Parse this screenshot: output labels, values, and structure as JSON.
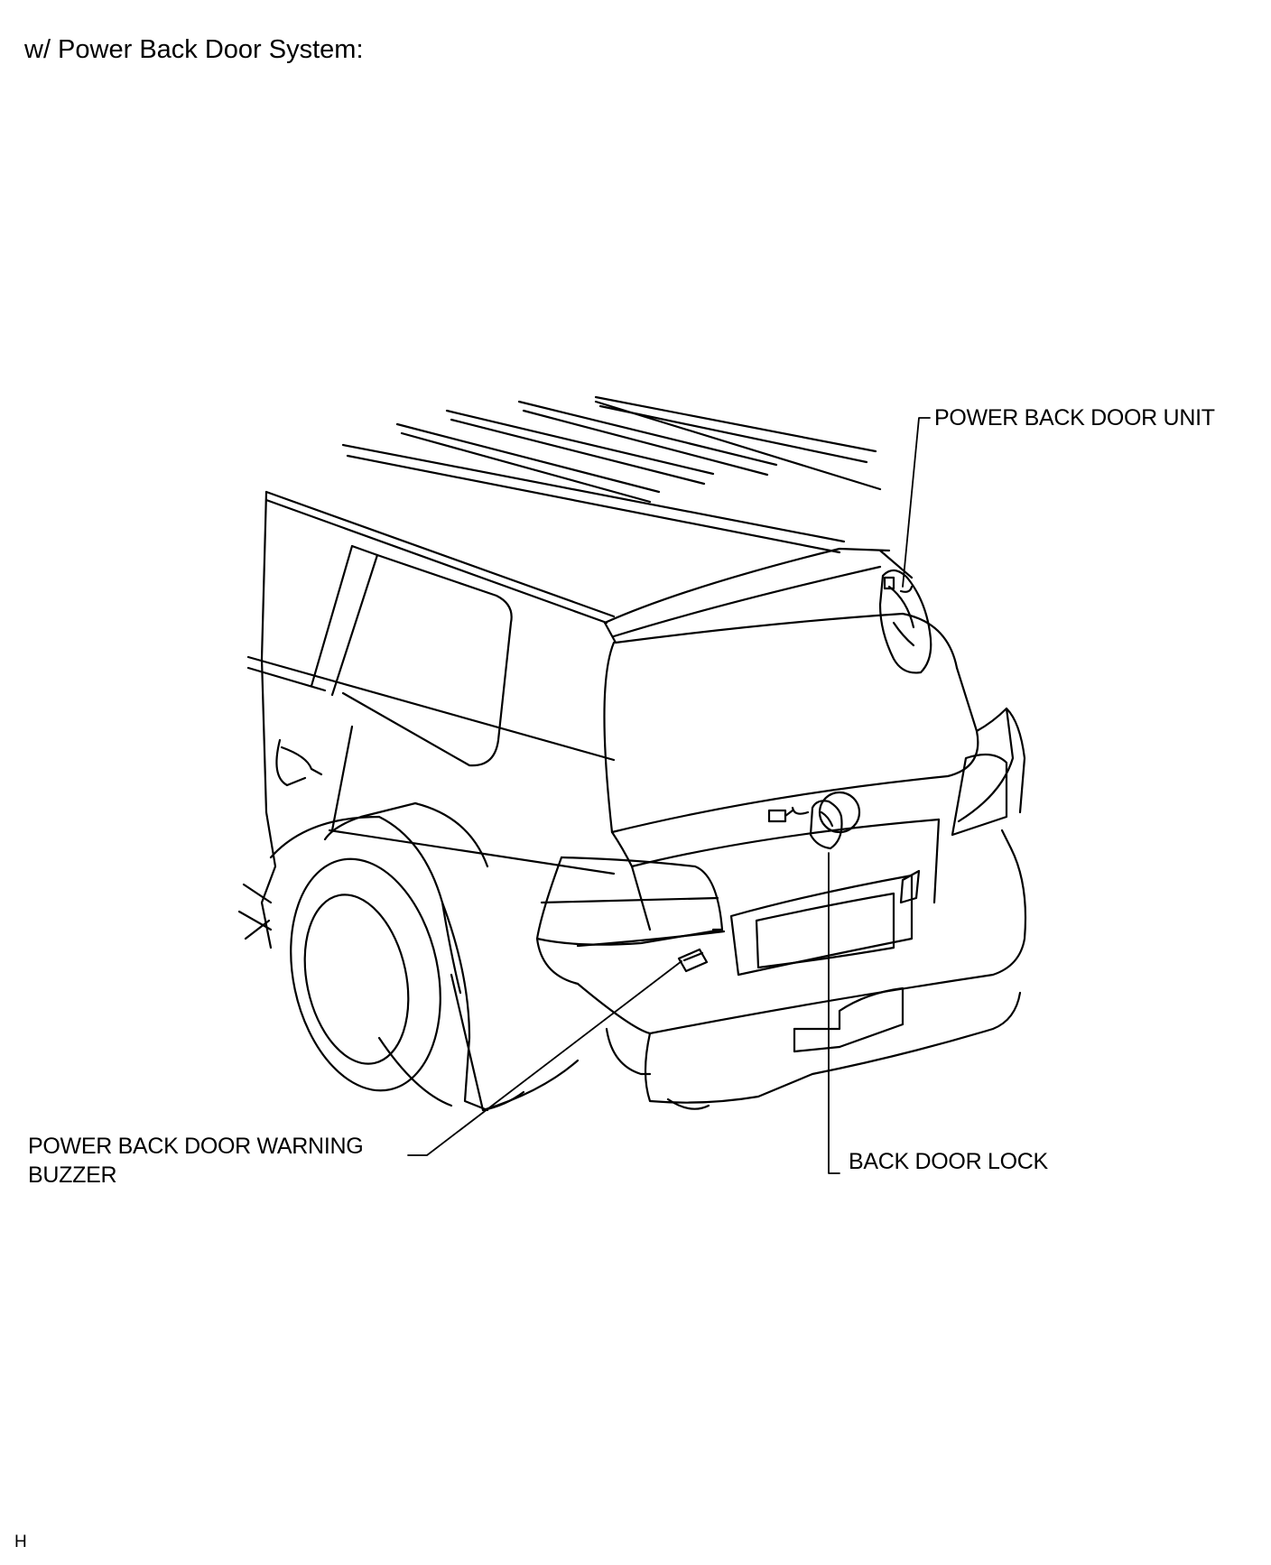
{
  "heading": "w/ Power Back Door System:",
  "callouts": {
    "power_back_door_unit": "POWER BACK DOOR UNIT",
    "back_door_lock": "BACK DOOR LOCK",
    "warning_buzzer_line1": "POWER BACK DOOR WARNING",
    "warning_buzzer_line2": "BUZZER"
  },
  "figure_code": "H",
  "colors": {
    "line": "#000000",
    "background": "#ffffff"
  }
}
